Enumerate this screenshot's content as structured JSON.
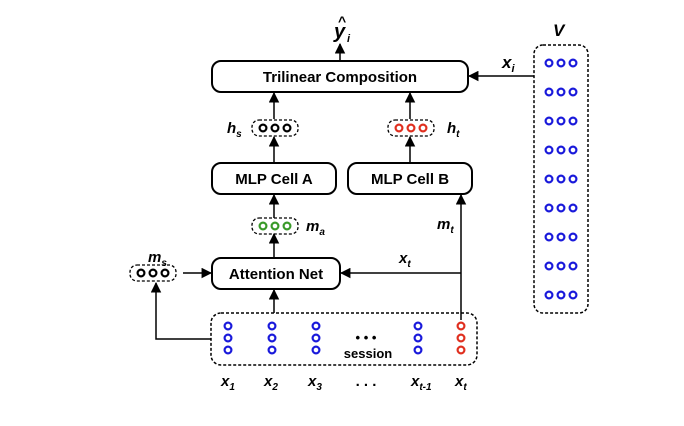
{
  "boxes": {
    "trilinear": "Trilinear Composition",
    "mlp_a": "MLP Cell A",
    "mlp_b": "MLP Cell B",
    "attention": "Attention Net"
  },
  "labels": {
    "y_main": "y",
    "y_hat": "^",
    "y_sub": "i",
    "hs_main": "h",
    "hs_sub": "s",
    "ht_main": "h",
    "ht_sub": "t",
    "ma_main": "m",
    "ma_sub": "a",
    "ms_main": "m",
    "ms_sub": "s",
    "mt_main": "m",
    "mt_sub": "t",
    "xt_arrow_main": "x",
    "xt_arrow_sub": "t",
    "xi_main": "x",
    "xi_sub": "i",
    "v": "V",
    "session": "session",
    "ellipsis_session": "• • •",
    "ellipsis_bottom": ". . ."
  },
  "session_items": [
    {
      "main": "x",
      "sub": "1"
    },
    {
      "main": "x",
      "sub": "2"
    },
    {
      "main": "x",
      "sub": "3"
    },
    {
      "main": "x",
      "sub": "t-1"
    },
    {
      "main": "x",
      "sub": "t"
    }
  ],
  "colors": {
    "blue": "#1a1adb",
    "red": "#e03020",
    "green": "#3a9a2a",
    "black": "#000000"
  },
  "vector_colors": {
    "hs": "black",
    "ht": "red",
    "ma": "green",
    "ms": "black"
  },
  "v_rows": 9
}
